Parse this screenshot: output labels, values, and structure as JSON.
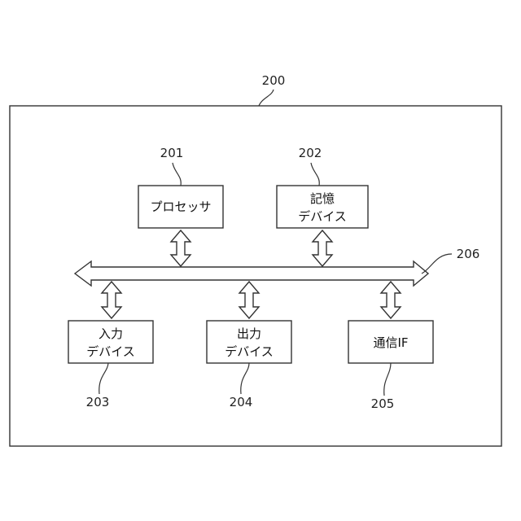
{
  "system": {
    "ref": "200"
  },
  "bus": {
    "ref": "206"
  },
  "blocks": {
    "processor": {
      "ref": "201",
      "lines": [
        "プロセッサ"
      ]
    },
    "storage": {
      "ref": "202",
      "lines": [
        "記憶",
        "デバイス"
      ]
    },
    "input": {
      "ref": "203",
      "lines": [
        "入力",
        "デバイス"
      ]
    },
    "output": {
      "ref": "204",
      "lines": [
        "出力",
        "デバイス"
      ]
    },
    "comm": {
      "ref": "205",
      "lines": [
        "通信IF"
      ]
    }
  }
}
